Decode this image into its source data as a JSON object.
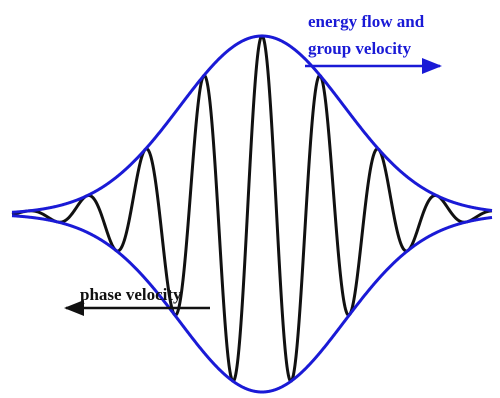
{
  "labels": {
    "group_line1": "energy flow and",
    "group_line2": "group velocity",
    "phase": "phase velocity"
  },
  "colors": {
    "envelope": "#1a1ad6",
    "carrier": "#111111",
    "group_arrow": "#1a1ad6",
    "phase_arrow": "#111111"
  },
  "arrows": {
    "group_velocity_direction": "right",
    "phase_velocity_direction": "left"
  }
}
